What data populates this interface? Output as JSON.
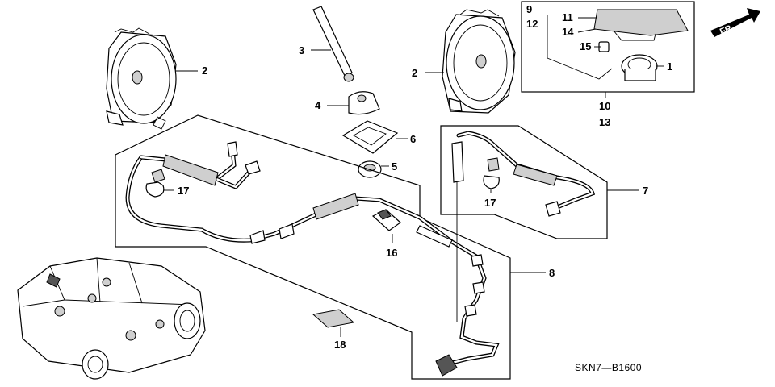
{
  "diagram": {
    "direction_arrow": {
      "label": "FR.",
      "icon": "front-direction-arrow"
    },
    "diagram_code": "SKN7—B1600",
    "callouts": {
      "c1": "1",
      "c2a": "2",
      "c2b": "2",
      "c3": "3",
      "c4": "4",
      "c5": "5",
      "c6": "6",
      "c7": "7",
      "c8": "8",
      "c9": "9",
      "c10": "10",
      "c11": "11",
      "c12": "12",
      "c13": "13",
      "c14": "14",
      "c15": "15",
      "c16": "16",
      "c17a": "17",
      "c17b": "17",
      "c18": "18"
    }
  }
}
